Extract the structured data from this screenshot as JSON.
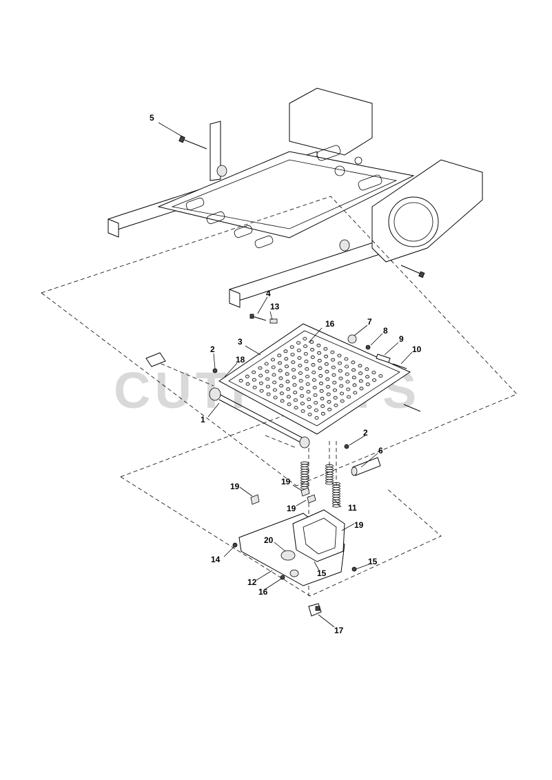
{
  "watermark": "CUTPARTS",
  "callouts": [
    {
      "id": "c5",
      "label": "5"
    },
    {
      "id": "c4",
      "label": "4"
    },
    {
      "id": "c13",
      "label": "13"
    },
    {
      "id": "c16a",
      "label": "16"
    },
    {
      "id": "c7",
      "label": "7"
    },
    {
      "id": "c8",
      "label": "8"
    },
    {
      "id": "c9",
      "label": "9"
    },
    {
      "id": "c10",
      "label": "10"
    },
    {
      "id": "c3",
      "label": "3"
    },
    {
      "id": "c2a",
      "label": "2"
    },
    {
      "id": "c18",
      "label": "18"
    },
    {
      "id": "c1",
      "label": "1"
    },
    {
      "id": "c2b",
      "label": "2"
    },
    {
      "id": "c6",
      "label": "6"
    },
    {
      "id": "c19a",
      "label": "19"
    },
    {
      "id": "c19b",
      "label": "19"
    },
    {
      "id": "c11",
      "label": "11"
    },
    {
      "id": "c19c",
      "label": "19"
    },
    {
      "id": "c19d",
      "label": "19"
    },
    {
      "id": "c20",
      "label": "20"
    },
    {
      "id": "c14",
      "label": "14"
    },
    {
      "id": "c15a",
      "label": "15"
    },
    {
      "id": "c15b",
      "label": "15"
    },
    {
      "id": "c12",
      "label": "12"
    },
    {
      "id": "c16b",
      "label": "16"
    },
    {
      "id": "c17",
      "label": "17"
    }
  ]
}
